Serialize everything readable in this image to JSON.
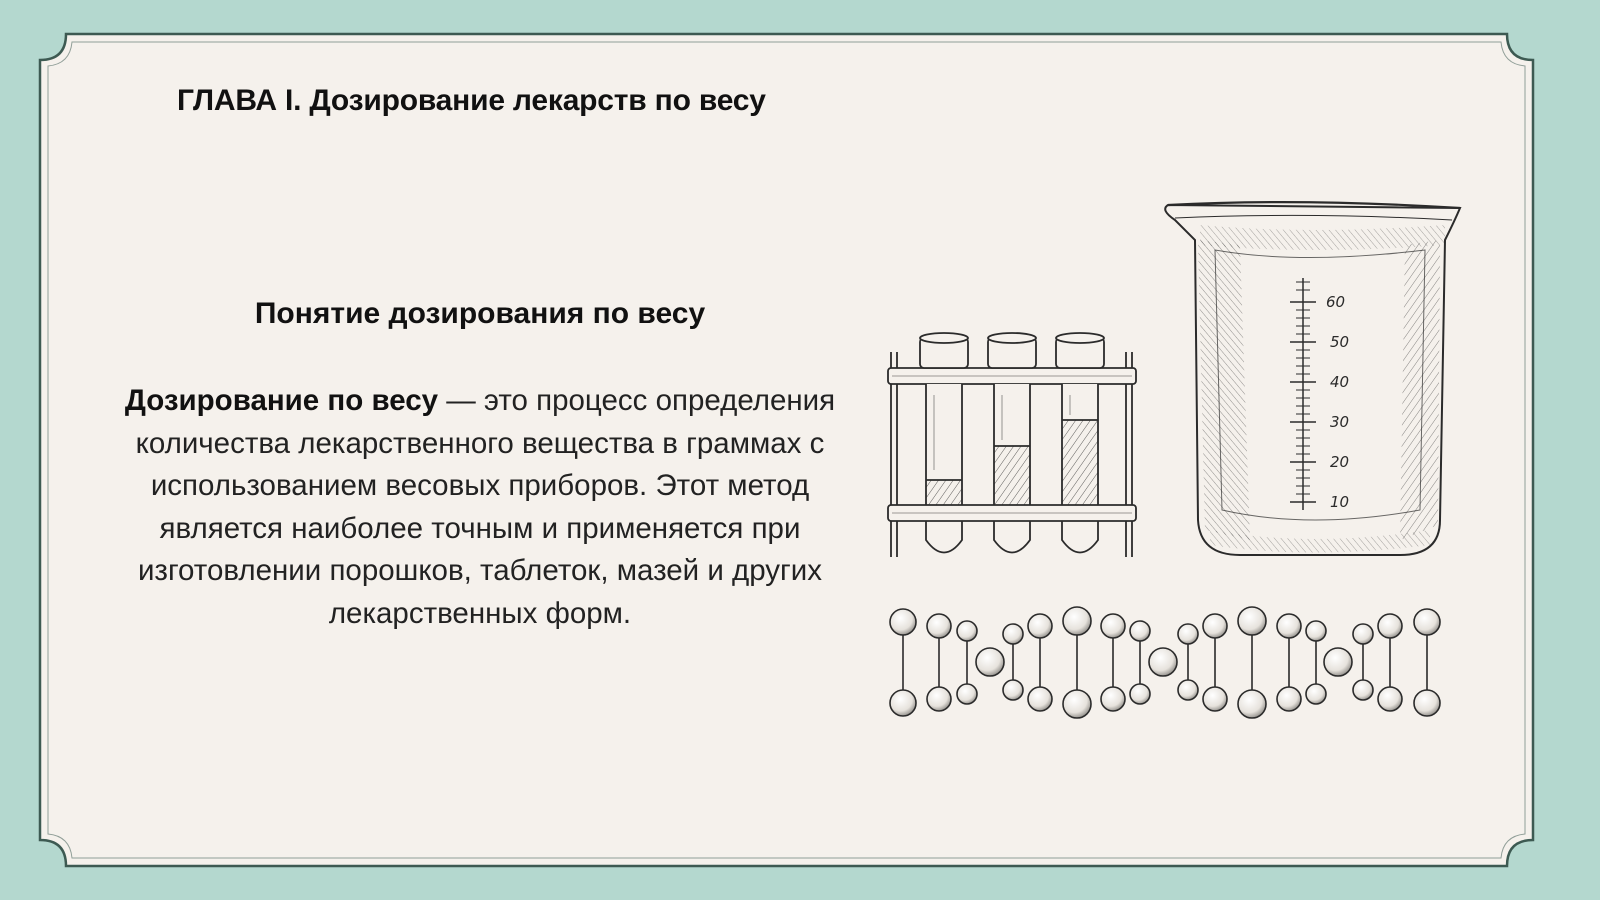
{
  "slide": {
    "chapter_title": "ГЛАВА I. Дозирование лекарств по весу",
    "section_heading": "Понятие дозирования по весу",
    "definition_term": "Дозирование по весу",
    "definition_text": " — это процесс определения количества лекарственного вещества в граммах с использованием весовых приборов. Этот метод является наиболее точным и применяется при изготовлении порошков, таблеток, мазей и других лекарственных форм."
  },
  "beaker": {
    "scale_labels": [
      "60",
      "50",
      "40",
      "30",
      "20",
      "10"
    ]
  },
  "colors": {
    "outer_background": "#b4d8cf",
    "paper": "#f5f1ec",
    "frame_border": "#3d5a52",
    "text": "#111111",
    "sketch_ink": "#2b2b2b"
  },
  "icons": [
    "test-tube-rack-icon",
    "beaker-icon",
    "molecule-chain-icon"
  ]
}
